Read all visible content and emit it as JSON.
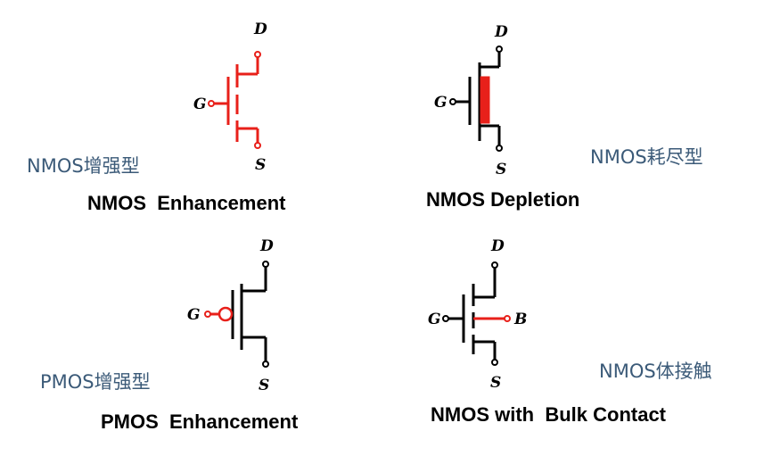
{
  "pins": {
    "drain": "D",
    "gate": "G",
    "source": "S",
    "bulk": "B"
  },
  "colors": {
    "red": "#e8201a",
    "black": "#000000",
    "cn_text": "#3b5a78"
  },
  "symbols": [
    {
      "cn_label": "NMOS增强型",
      "en_label": "NMOS  Enhancement"
    },
    {
      "cn_label": "NMOS耗尽型",
      "en_label": "NMOS Depletion"
    },
    {
      "cn_label": "PMOS增强型",
      "en_label": "PMOS  Enhancement"
    },
    {
      "cn_label": "NMOS体接触",
      "en_label": "NMOS with  Bulk Contact"
    }
  ]
}
